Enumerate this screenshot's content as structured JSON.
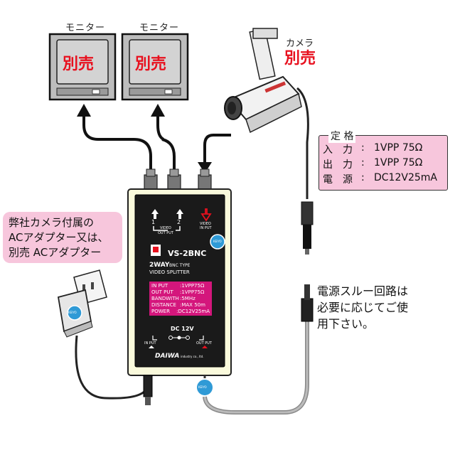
{
  "monitors": [
    {
      "label": "モニター",
      "screen_text": "別売"
    },
    {
      "label": "モニター",
      "screen_text": "別売"
    }
  ],
  "camera": {
    "label": "カメラ",
    "sub_label": "別売"
  },
  "spec": {
    "title": "定 格",
    "rows": [
      {
        "key": "入　力",
        "sep": ":",
        "value": "1VPP 75Ω"
      },
      {
        "key": "出　力",
        "sep": ":",
        "value": "1VPP 75Ω"
      },
      {
        "key": "電　源",
        "sep": ":",
        "value": "DC12V25mA"
      }
    ]
  },
  "left_note": {
    "lines": [
      "弊社カメラ付属の",
      "ACアダプター又は、",
      "別売 ACアダプター"
    ]
  },
  "right_note": {
    "lines": [
      "電源スルー回路は",
      "必要に応じてご使",
      "用下さい。"
    ]
  },
  "device": {
    "out1": "1",
    "out2": "2",
    "out_label_1": "VIDEO",
    "out_label_2": "OUT PUT",
    "in_label_1": "VIDEO",
    "in_label_2": "IN PUT",
    "model": "VS-2BNC",
    "brand_badge": "KEIYO",
    "title_main": "2WAY",
    "title_sub": "BNC TYPE",
    "title_line2": "VIDEO SPLITTER",
    "lcd": [
      {
        "k": "IN PUT",
        "v": ":1VPP75Ω"
      },
      {
        "k": "OUT PUT",
        "v": ":1VPP75Ω"
      },
      {
        "k": "BANDWITH",
        "v": ":5MHz"
      },
      {
        "k": "DISTANCE",
        "v": ":MAX 50m"
      },
      {
        "k": "POWER",
        "v": ":DC12V25mA"
      }
    ],
    "dc_label": "DC 12V",
    "dc_in": "IN PUT",
    "dc_out": "OUT PUT",
    "maker": "DAIWA",
    "maker_sub": "industry co., ltd."
  },
  "adapter_badge": "KEIYO",
  "plug_badge": "KEIYO",
  "colors": {
    "accent_red": "#e8101e",
    "pink": "#f7c6dc",
    "lcd": "#d4167c",
    "body_cream": "#fafadc"
  }
}
